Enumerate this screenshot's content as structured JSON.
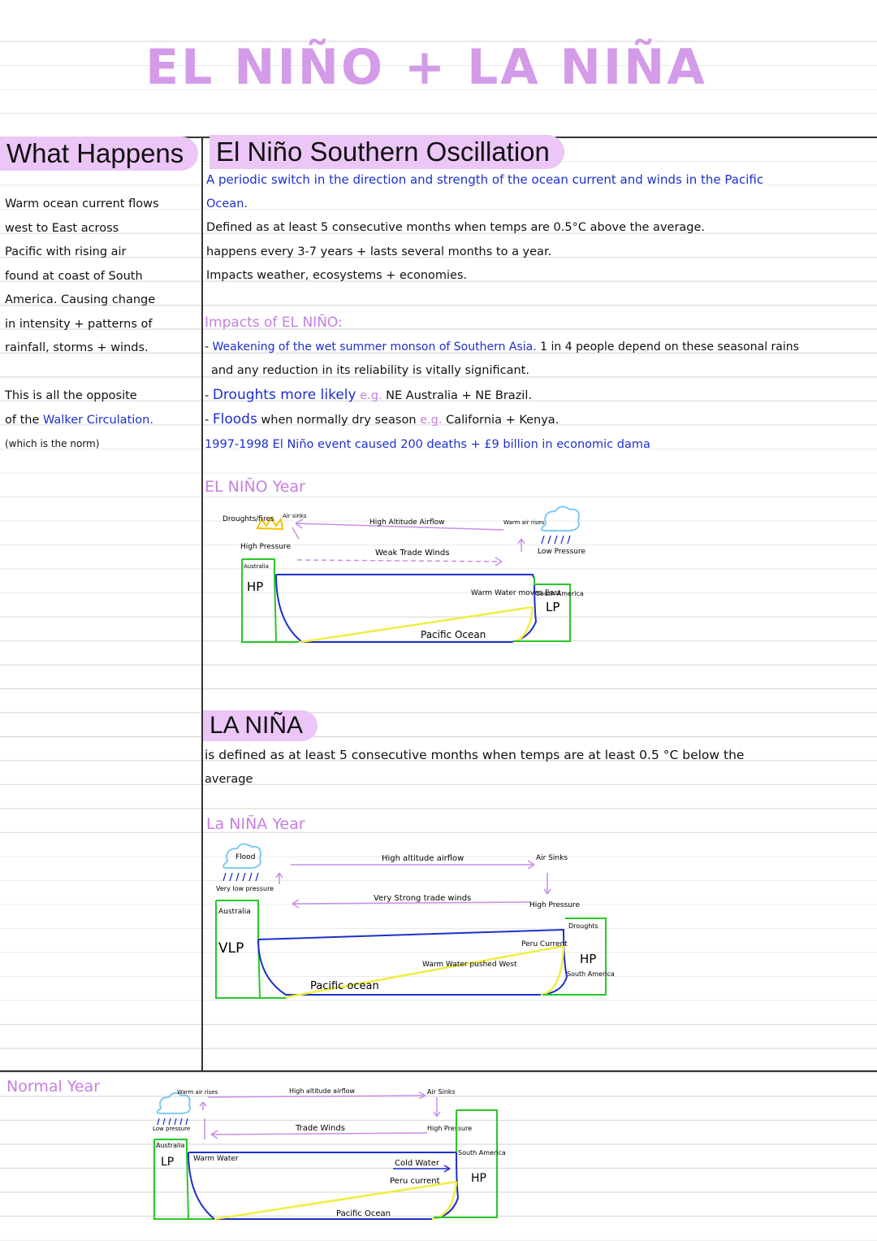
{
  "title": "EL NIÑO + LA NIÑA",
  "what_happens": {
    "heading": "What Happens",
    "lines": [
      "Warm ocean current flows",
      "west to East across",
      "Pacific with rising air",
      "found at coast of South",
      "America. Causing change",
      "in intensity + patterns of",
      "rainfall, storms + winds."
    ],
    "opposite_prefix": "This is all the opposite",
    "opposite_of": "of the",
    "walker": "Walker Circulation.",
    "norm_note": "(which is the norm)"
  },
  "enso": {
    "heading": "El Niño Southern Oscillation",
    "def_line1": "A periodic switch in the direction and strength of the ocean current and winds in the Pacific",
    "def_line2": "Ocean.",
    "bullets": [
      "Defined as at least 5 consecutive months when temps are 0.5°C above the average.",
      "happens every 3-7 years + lasts several months to a year.",
      "Impacts weather, ecosystems + economies."
    ]
  },
  "impacts": {
    "heading": "Impacts of EL NIÑO:",
    "i1_blue": "Weakening of the wet summer monson of Southern Asia.",
    "i1_black": "1 in 4 people depend on these seasonal rains",
    "i1_cont": "and any reduction in its reliability is vitally significant.",
    "i2_blue": "Droughts more likely",
    "i2_eg": "e.g.",
    "i2_black": "NE Australia + NE Brazil.",
    "i3_blue": "Floods",
    "i3_black": "when normally dry season",
    "i3_eg": "e.g.",
    "i3_black2": "California + Kenya.",
    "i4": "1997-1998 El Niño event caused 200 deaths + £9 billion in economic dama"
  },
  "el_nino_diagram": {
    "label": "EL NIÑO Year",
    "droughts": "Droughts/fires",
    "air_sinks": "Air sinks",
    "high_pressure": "High Pressure",
    "high_alt": "High Altitude Airflow",
    "warm_rises": "Warm air rises",
    "low_pressure": "Low Pressure",
    "weak_trade": "Weak Trade Winds",
    "australia": "Australia",
    "hp": "HP",
    "warm_water": "Warm Water moves East",
    "south_america": "South America",
    "lp": "LP",
    "ocean": "Pacific Ocean"
  },
  "la_nina": {
    "heading": "LA NIÑA",
    "def_line1": "is defined as at least 5 consecutive months when temps are at least 0.5 °C below the",
    "def_line2": "average"
  },
  "la_nina_diagram": {
    "label": "La NIÑA Year",
    "flood": "Flood",
    "very_low": "Very low pressure",
    "high_alt": "High altitude airflow",
    "air_sinks": "Air Sinks",
    "strong_trade": "Very Strong trade winds",
    "high_pressure": "High Pressure",
    "australia": "Australia",
    "droughts": "Droughts",
    "vlp": "VLP",
    "peru_current": "Peru Current",
    "warm_water": "Warm Water pushed West",
    "hp": "HP",
    "south_america": "South America",
    "ocean": "Pacific ocean"
  },
  "normal_diagram": {
    "label": "Normal Year",
    "warm_rises": "Warm air rises",
    "high_alt": "High altitude airflow",
    "air_sinks": "Air Sinks",
    "low_pressure": "Low pressure",
    "trade_winds": "Trade Winds",
    "high_pressure": "High Pressure",
    "australia": "Australia",
    "lp": "LP",
    "warm_water": "Warm Water",
    "cold_water": "Cold Water",
    "south_america": "South America",
    "peru_current": "Peru current",
    "hp": "HP",
    "ocean": "Pacific Ocean"
  },
  "colors": {
    "pink": "#c67fe0",
    "heading_bg": "#ecc6f7",
    "blue": "#1d2fcb",
    "box_green": "#28c828",
    "sea_yellow": "#f0ee40",
    "cloud_blue": "#7fc9f0",
    "arrow_purple": "#c98ee6"
  }
}
